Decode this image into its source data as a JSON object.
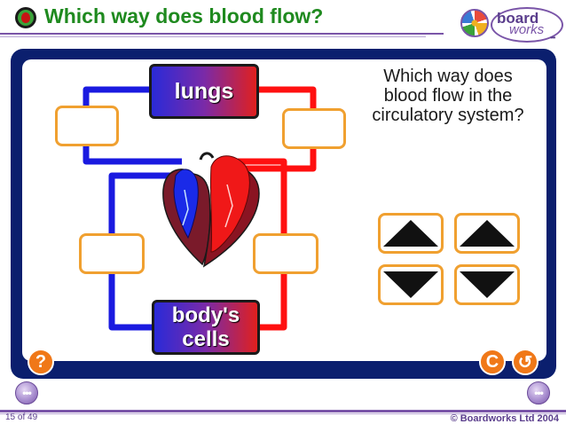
{
  "header": {
    "title": "Which way does blood flow?",
    "logo_word1": "board",
    "logo_word2": "works",
    "logo_dots": "•••"
  },
  "diagram": {
    "top_label": "lungs",
    "bottom_label_line1": "body's",
    "bottom_label_line2": "cells"
  },
  "question": "Which way does blood flow in the circulatory system?",
  "buttons": {
    "help": "?",
    "reset": "C",
    "undo": "↺",
    "prev": "•••",
    "next": "•••"
  },
  "footer": {
    "page": "15 of 49",
    "copyright": "© Boardworks Ltd 2004"
  },
  "colors": {
    "title": "#1f8a1f",
    "frame": "#0b1f6e",
    "answer_border": "#f0a030",
    "blue_vessel": "#1a1ae0",
    "red_vessel": "#ff1010",
    "circle_button": "#f07818",
    "brand": "#7a55a8"
  }
}
